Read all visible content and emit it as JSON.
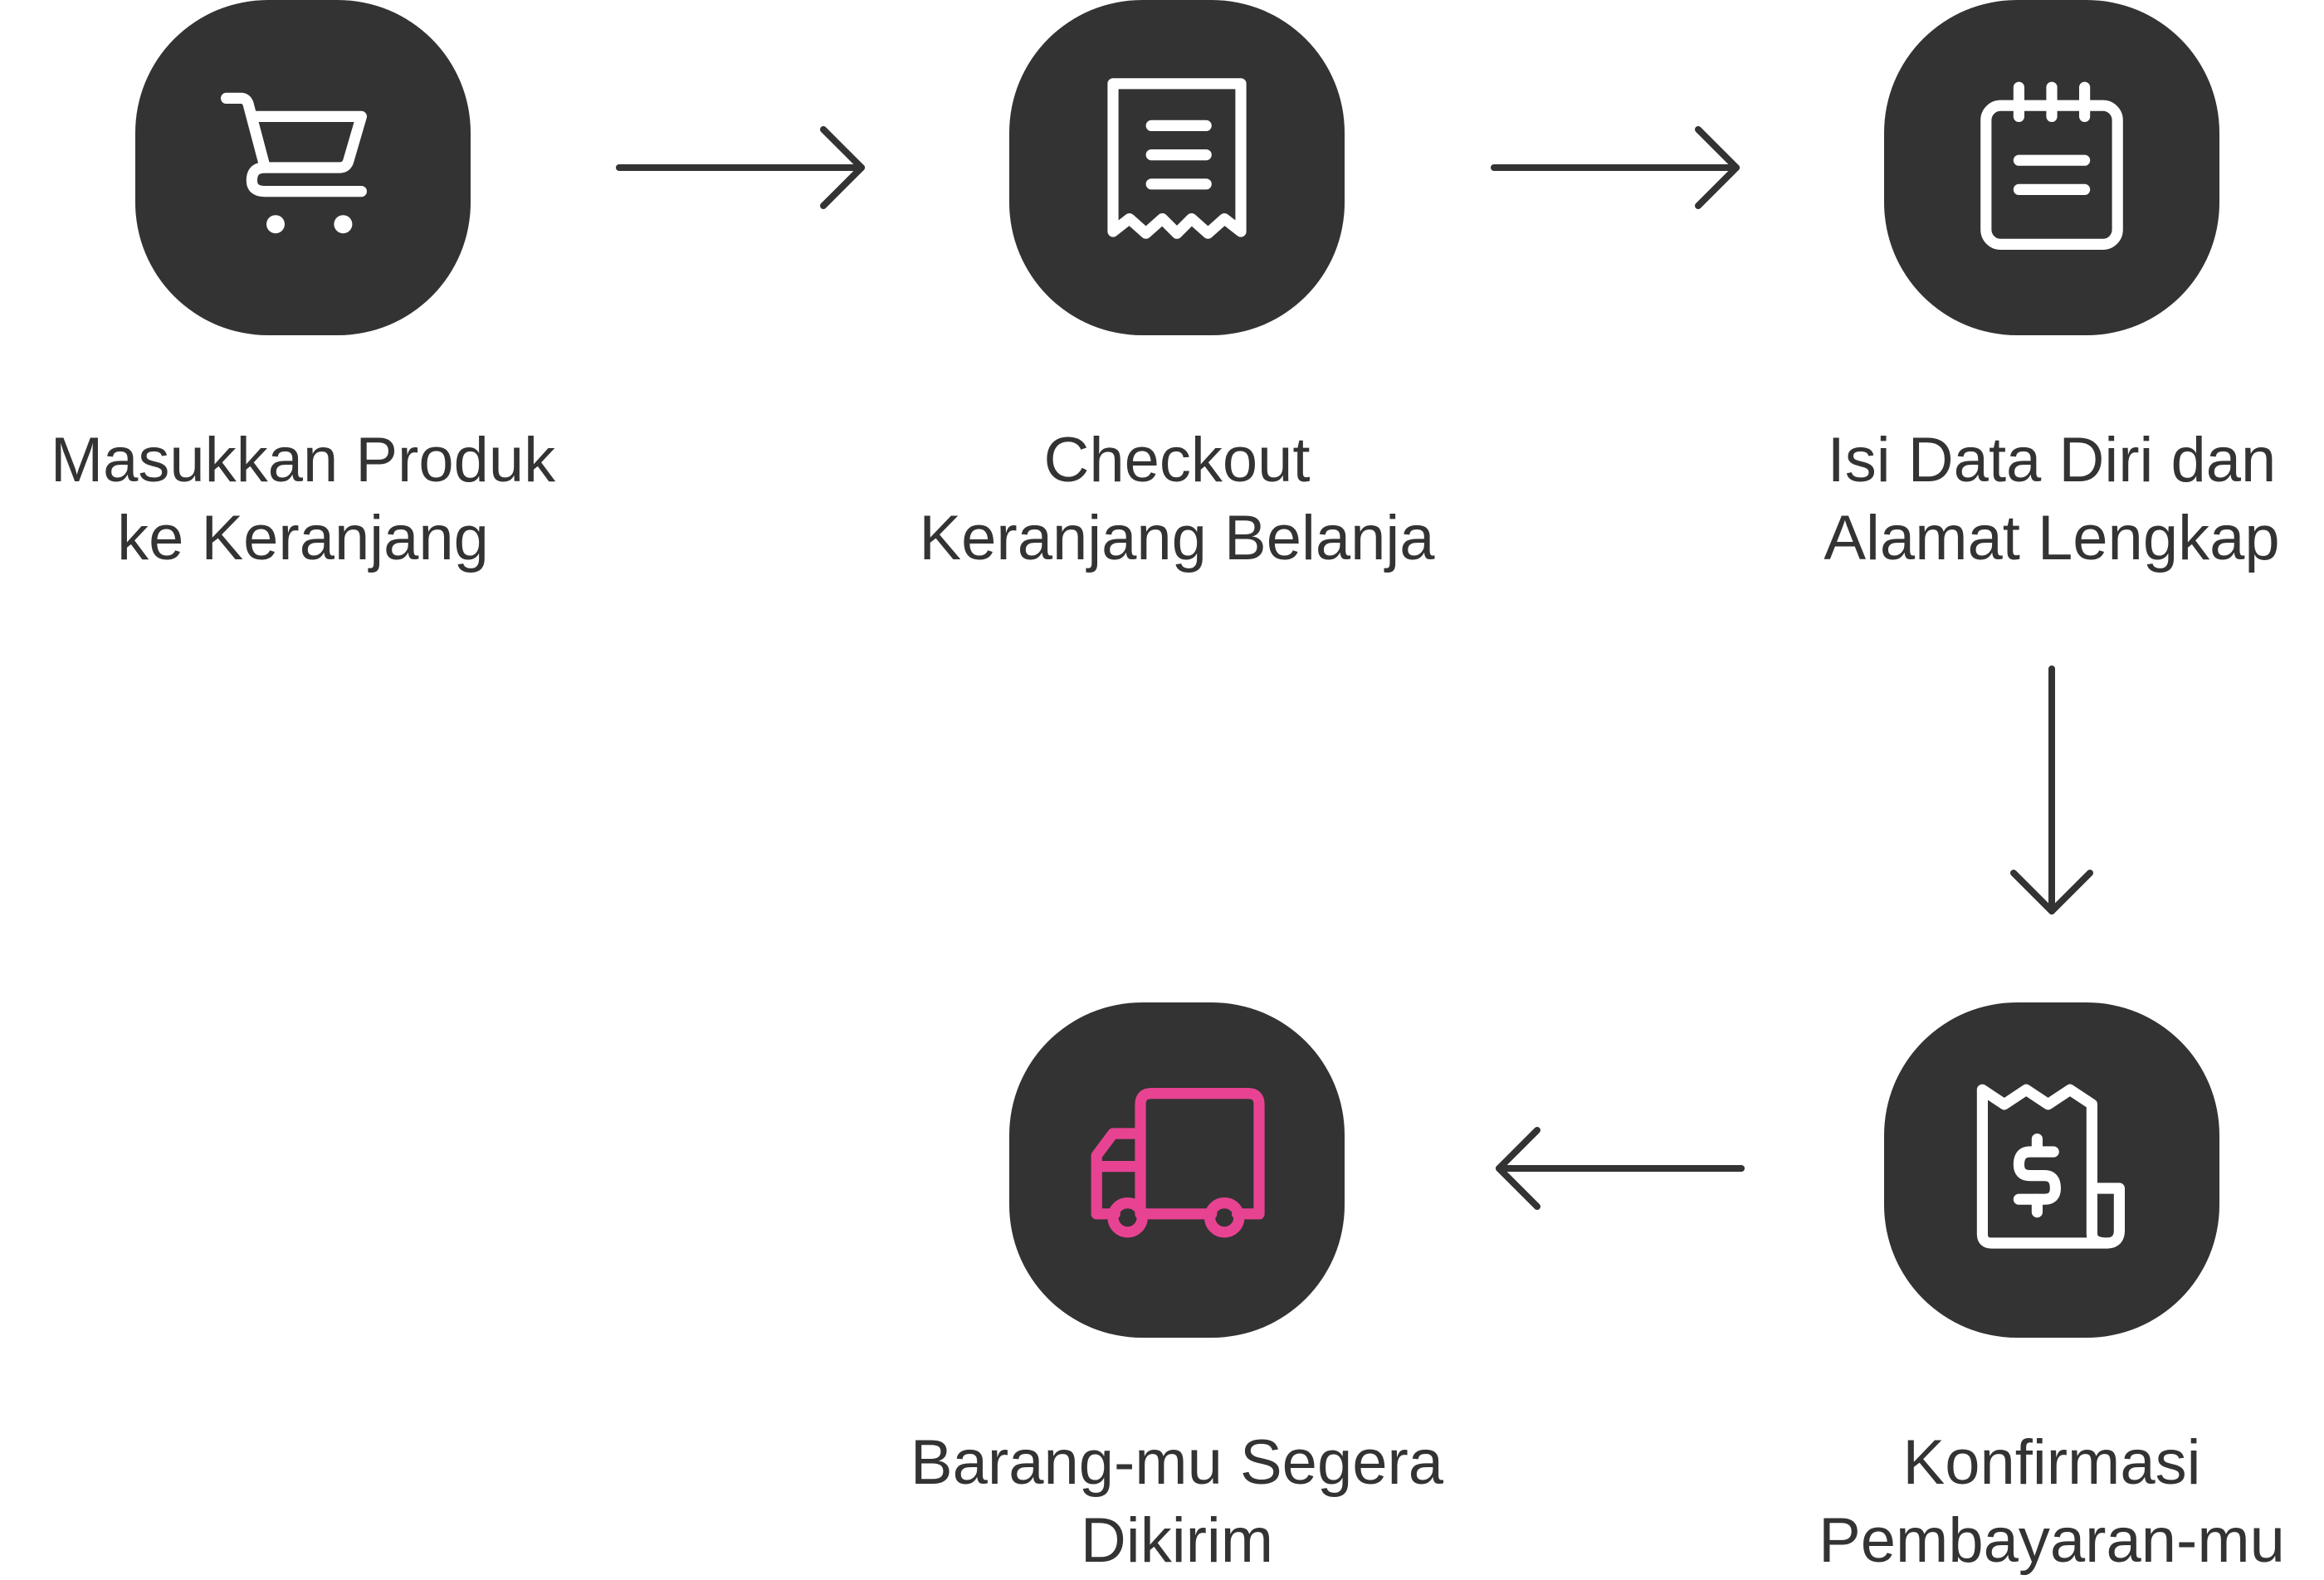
{
  "colors": {
    "tile_bg": "#333333",
    "icon_default": "#ffffff",
    "icon_accent": "#E84393",
    "text": "#333333",
    "arrow": "#333333"
  },
  "steps": [
    {
      "icon": "shopping-cart-icon",
      "label_lines": [
        "Masukkan Produk",
        "ke Keranjang"
      ]
    },
    {
      "icon": "receipt-icon",
      "label_lines": [
        "Checkout",
        "Keranjang Belanja"
      ]
    },
    {
      "icon": "notepad-icon",
      "label_lines": [
        "Isi Data Diri dan",
        "Alamat Lengkap"
      ]
    },
    {
      "icon": "payment-receipt-icon",
      "label_lines": [
        "Konfirmasi",
        "Pembayaran-mu"
      ]
    },
    {
      "icon": "delivery-truck-icon",
      "label_lines": [
        "Barang-mu Segera",
        "Dikirim"
      ]
    }
  ]
}
